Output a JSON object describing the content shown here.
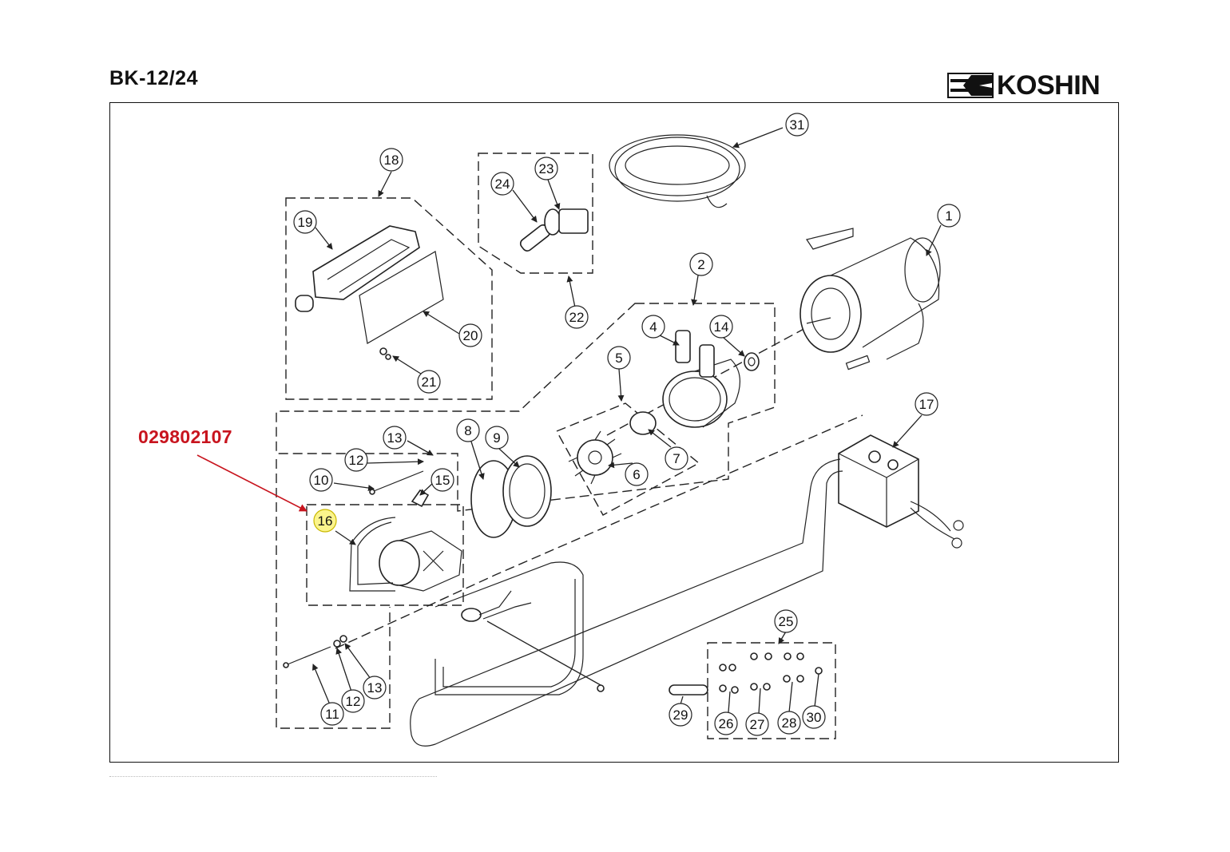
{
  "header": {
    "model": "BK-12/24",
    "brand": "KOSHIN"
  },
  "highlight": {
    "part_number": "029802107",
    "callout": "16",
    "color": "#c8141e",
    "highlight_fill": "#fbf48c"
  },
  "callouts": [
    "1",
    "2",
    "4",
    "5",
    "6",
    "7",
    "8",
    "9",
    "10",
    "11",
    "12",
    "12",
    "13",
    "13",
    "14",
    "15",
    "16",
    "17",
    "18",
    "19",
    "20",
    "21",
    "22",
    "23",
    "24",
    "25",
    "26",
    "27",
    "28",
    "29",
    "30",
    "31"
  ]
}
